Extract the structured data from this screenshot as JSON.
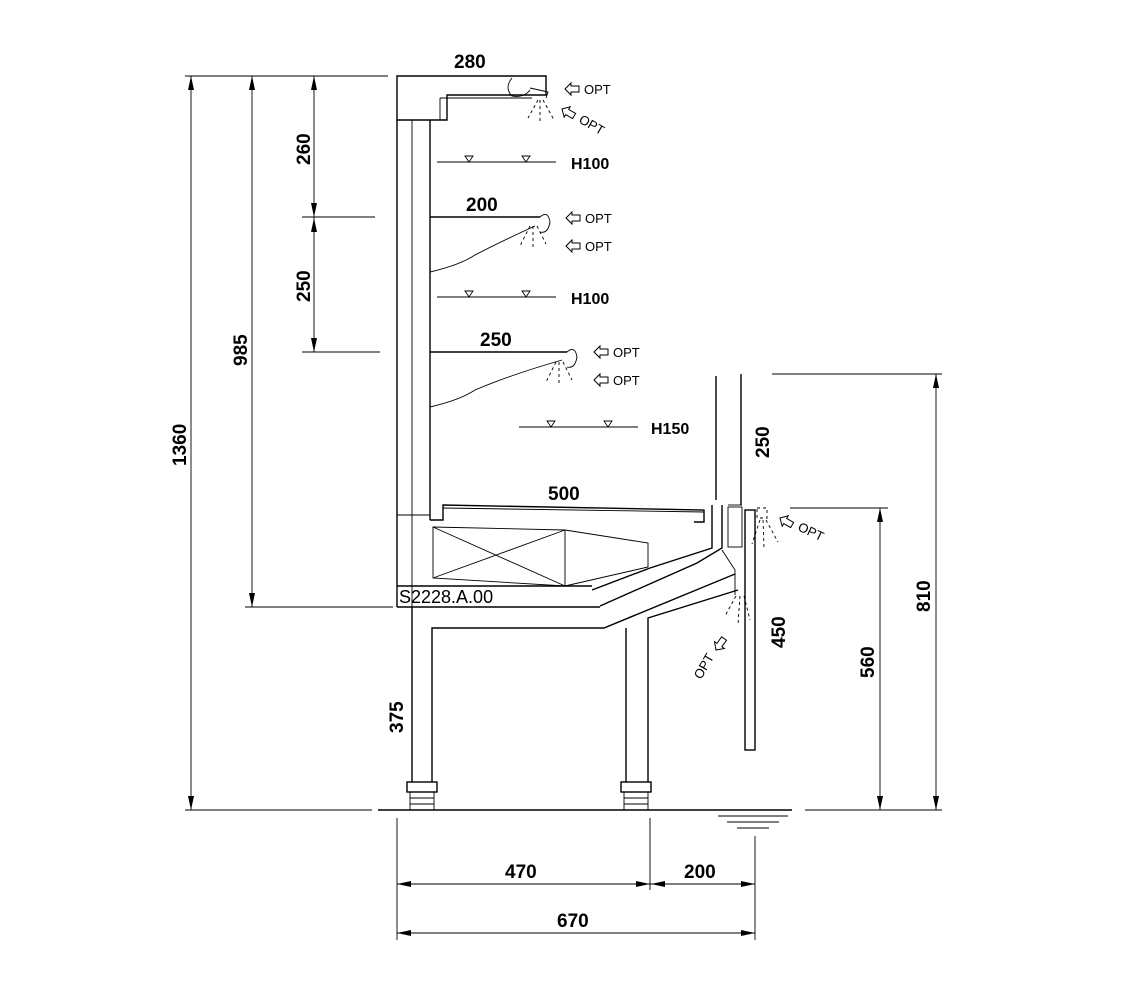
{
  "drawing": {
    "code": "S2228.A.00",
    "dimensions": {
      "overall_height": "1360",
      "upper_height": "985",
      "top_gap": "260",
      "shelf_gap": "250",
      "canopy_depth": "280",
      "shelf1_depth": "200",
      "shelf2_depth": "250",
      "base_depth": "500",
      "glass_height": "250",
      "front_panel_height": "450",
      "deck_height": "810",
      "front_height": "560",
      "leg_height": "375",
      "base_width": "470",
      "front_extension": "200",
      "total_depth": "670"
    },
    "levels": {
      "h1": "H100",
      "h2": "H100",
      "h3": "H150"
    },
    "opt_label": "OPT"
  }
}
